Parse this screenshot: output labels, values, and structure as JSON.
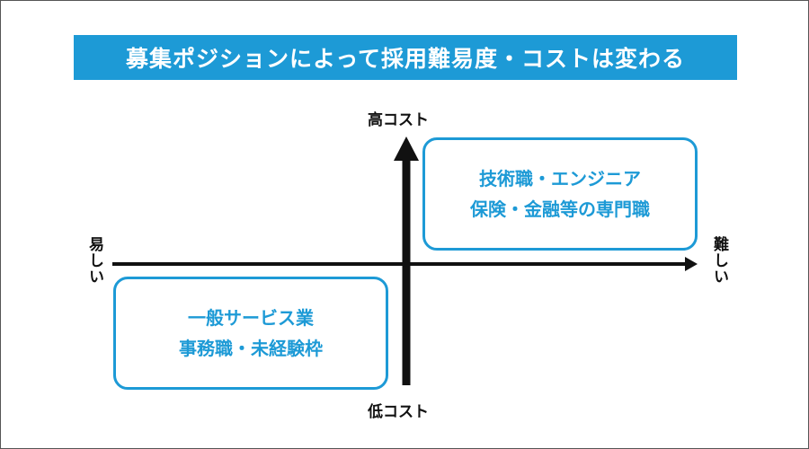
{
  "title": "募集ポジションによって採用難易度・コストは変わる",
  "axes": {
    "top_label": "高コスト",
    "bottom_label": "低コスト",
    "left_label": "易しい",
    "right_label": "難しい"
  },
  "quadrants": {
    "top_right": {
      "line1": "技術職・エンジニア",
      "line2": "保険・金融等の専門職"
    },
    "bottom_left": {
      "line1": "一般サービス業",
      "line2": "事務職・未経験枠"
    }
  },
  "colors": {
    "accent": "#1d9ad6",
    "axis": "#111111",
    "title_text": "#ffffff"
  }
}
